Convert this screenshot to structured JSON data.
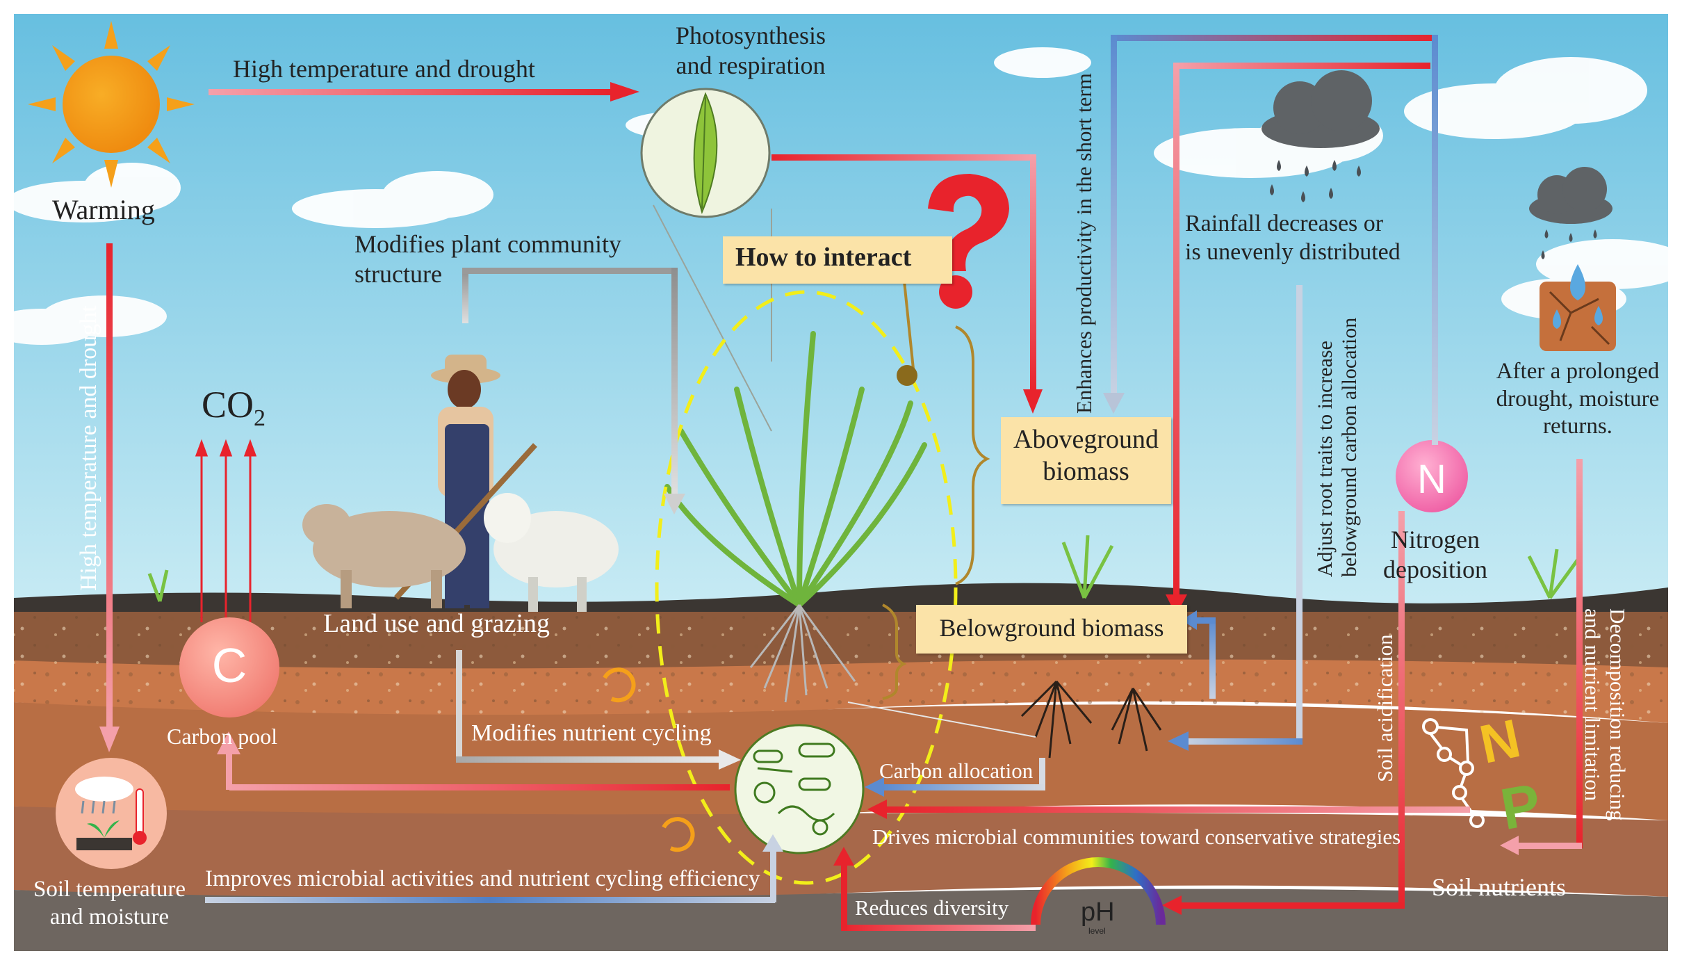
{
  "labels": {
    "warming": "Warming",
    "high_temp_drought_top": "High temperature and drought",
    "photo_line1": "Photosynthesis",
    "photo_line2": "and respiration",
    "modifies_plant_line1": "Modifies plant community",
    "modifies_plant_line2": "structure",
    "how_to_interact": "How to interact",
    "enhances_productivity": "Enhances productivity in the short term",
    "rainfall_line1": "Rainfall decreases or",
    "rainfall_line2": "is unevenly distributed",
    "adjust_root_line1": "Adjust root traits to increase",
    "adjust_root_line2": "belowground carbon allocation",
    "after_drought_line1": "After a prolonged",
    "after_drought_line2": "drought, moisture",
    "after_drought_line3": "returns.",
    "aboveground_line1": "Aboveground",
    "aboveground_line2": "biomass",
    "belowground": "Belowground biomass",
    "nitrogen_line1": "Nitrogen",
    "nitrogen_line2": "deposition",
    "nitrogen_symbol": "N",
    "high_temp_drought_vertical": "High temperature and drought",
    "co2": "CO",
    "co2_sub": "2",
    "carbon_symbol": "C",
    "carbon_pool": "Carbon pool",
    "land_use": "Land use and grazing",
    "modifies_nutrient": "Modifies nutrient cycling",
    "carbon_allocation": "Carbon allocation",
    "drives_microbial": "Drives microbial communities toward conservative strategies",
    "improves_microbial": "Improves microbial activities and nutrient cycling efficiency",
    "reduces_diversity": "Reduces diversity",
    "soil_temp_line1": "Soil temperature",
    "soil_temp_line2": "and moisture",
    "soil_nutrients": "Soil nutrients",
    "soil_acidification": "Soil acidification",
    "decomposition_line1": "Decomposition reducing",
    "decomposition_line2": "and nutrient limitation",
    "ph": "pH",
    "ph_small": "level",
    "np_n": "N",
    "np_p": "P",
    "question_mark": "?"
  },
  "colors": {
    "sky": "#8fd0e8",
    "sun": "#f5a01a",
    "soil_top": "#3b3632",
    "soil_mid": "#c9784a",
    "soil_low": "#ad6b46",
    "arrow_red": "#e8232c",
    "arrow_pink": "#f4a0aa",
    "arrow_blue": "#6f9bd1",
    "label_box": "#fbe3a8",
    "dashed_yellow": "#f2ee1a"
  }
}
